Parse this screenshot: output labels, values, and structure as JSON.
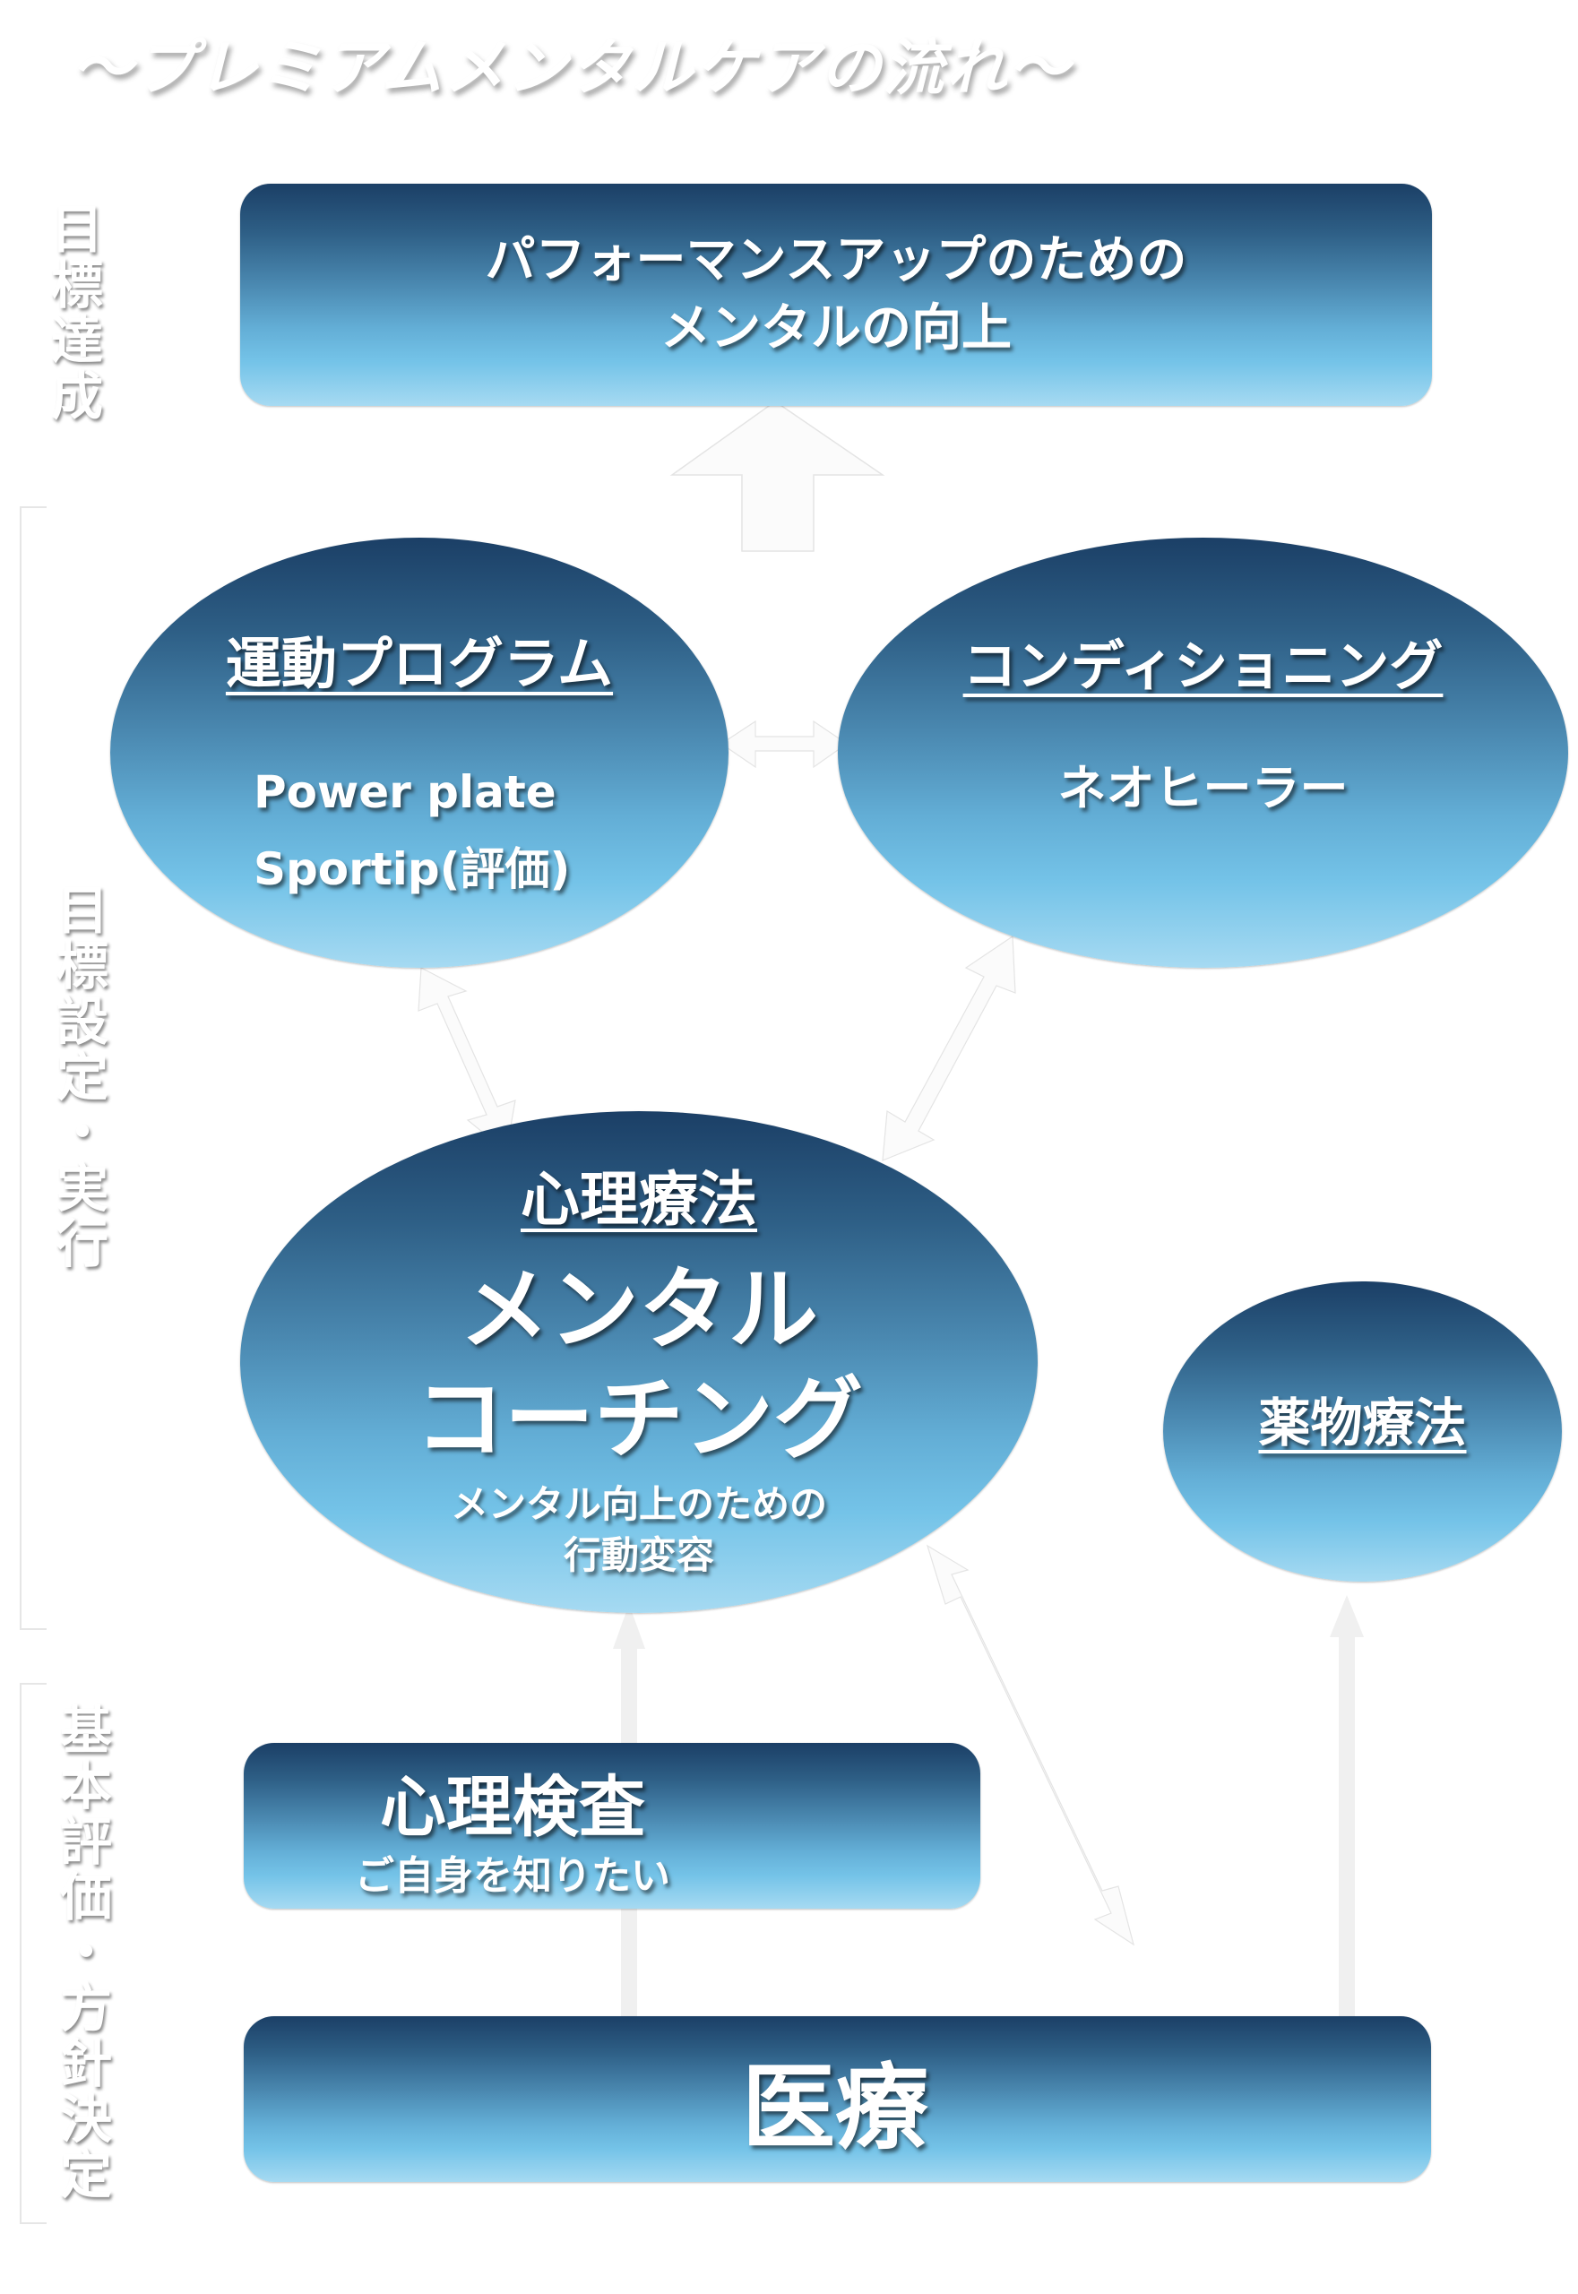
{
  "title": "～プレミアムメンタルケアの流れ～",
  "phases": {
    "goal_achievement": "目標達成",
    "goal_setting": "目標設定・実行",
    "basic_assessment": "基本評価・方針決定"
  },
  "nodes": {
    "performance": {
      "line1": "パフォーマンスアップのための",
      "line2": "メンタルの向上"
    },
    "exercise": {
      "heading": "運動プログラム",
      "line1": "Power plate",
      "line2": "Sportip(評価)"
    },
    "conditioning": {
      "heading": "コンディショニング",
      "line1": "ネオヒーラー"
    },
    "psychotherapy": {
      "heading": "心理療法",
      "main1": "メンタル",
      "main2": "コーチング",
      "sub1": "メンタル向上のための",
      "sub2": "行動変容"
    },
    "pharmacotherapy": {
      "heading": "薬物療法"
    },
    "psych_test": {
      "heading": "心理検査",
      "sub": "ご自身を知りたい"
    },
    "medical": {
      "heading": "医療"
    }
  },
  "colors": {
    "gradient_top": "#1b3f66",
    "gradient_bottom": "#a6daf2",
    "arrow_fill": "#f2f2f2"
  }
}
